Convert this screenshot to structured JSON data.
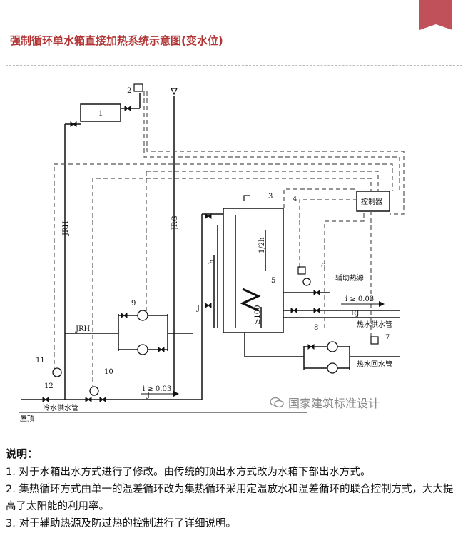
{
  "colors": {
    "title": "#b23434",
    "corner_tab": "#c0505a",
    "line": "#111111",
    "dashed": "#555555",
    "watermark": "#8a8a8a"
  },
  "icons": [
    "bookmark-tab-icon",
    "wechat-icon"
  ],
  "title": "强制循环单水箱直接加热系统示意图(变水位)",
  "diagram": {
    "labels": {
      "n1": "1",
      "n2": "2",
      "n3": "3",
      "n4": "4",
      "n5": "5",
      "n6": "6",
      "n7": "7",
      "n8": "8",
      "n9": "9",
      "n10": "10",
      "n11": "11",
      "n12": "12",
      "controller": "控制器",
      "aux_heat": "辅助热源",
      "hot_supply": "热水供水管",
      "hot_return": "热水回水管",
      "cold_supply": "冷水供水管",
      "roof": "屋顶",
      "jrh_1": "JRH",
      "jrh_2": "JRH",
      "jrg": "JRG",
      "rj": "RJ",
      "j_1": "J",
      "j_2": "J",
      "slope_1": "i ≥ 0.03",
      "slope_2": "i ≥ 0.03",
      "half_h": "1/2h",
      "h": "h",
      "dim_100": "≥100"
    }
  },
  "watermark": "国家建筑标准设计",
  "notes": {
    "title": "说明：",
    "items": [
      "1. 对于水箱出水方式进行了修改。由传统的顶出水方式改为水箱下部出水方式。",
      "2. 集热循环方式由单一的温差循环改为集热循环采用定温放水和温差循环的联合控制方式，大大提高了太阳能的利用率。",
      "3. 对于辅助热源及防过热的控制进行了详细说明。"
    ]
  }
}
